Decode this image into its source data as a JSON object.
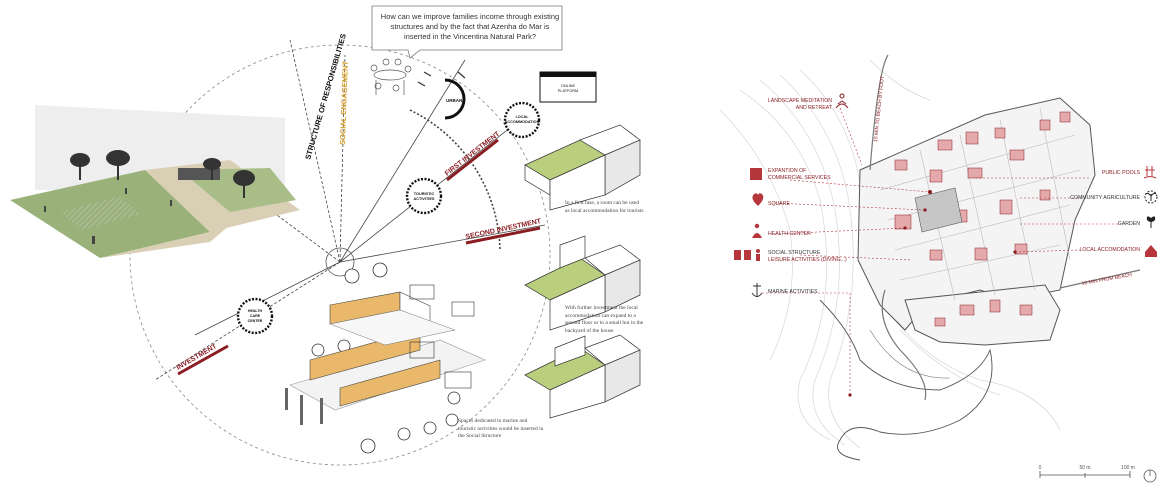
{
  "question": {
    "text": "How can we improve families income through existing structures and by the fact that Azenha do Mar is inserted in the Vincentina Natural Park?"
  },
  "radial_labels": {
    "structure": "STRUCTURE OF RESPONSIBILITIES",
    "social_engagement": "SOCIAL ENGAGEMENT",
    "first_investment": "FIRST INVESTMENT",
    "second_investment": "SECOND INVESTMENT",
    "investment": "INVESTMENT"
  },
  "nodes": {
    "urban": "URBAN",
    "local_accommodation": "LOCAL ACCOMMODATION",
    "touristic_activities": "TOURISTIC ACTIVITIES",
    "health_care_center": "HEALTH CARE CENTER",
    "online_platform": "ONLINE PLATFORM"
  },
  "notes": {
    "first_phase": "In a first fase, a room can be used as local accommodation for tourists",
    "further_investment": "With further investment the local accommodation can expand to a second floor or to a small hut in the backyard of the house",
    "spaces": "Spaces dedicated to marine and touristic activities would be inserted in the Social Structure"
  },
  "map": {
    "left_labels": [
      {
        "text": "LANDSCAPE MEDITATION",
        "text2": "AND RETREAT",
        "icon": "meditation-icon"
      },
      {
        "text": "EXPANTION OF",
        "text2": "COMMERCIAL SERVICES",
        "icon": "shop-icon"
      },
      {
        "text": "SQUARE",
        "text2": "",
        "icon": "heart-icon"
      },
      {
        "text": "HEALTH CENTER",
        "text2": "",
        "icon": "health-icon"
      },
      {
        "text": "SOCIAL STRUCTURE",
        "text2": "LEISURE ACTIVITIES (DIVING...)",
        "icon": "people-icon"
      },
      {
        "text": "MARINE ACTIVITIES",
        "text2": "",
        "icon": "anchor-icon"
      }
    ],
    "right_labels": [
      {
        "text": "PUBLIC POOLS",
        "icon": "pool-icon"
      },
      {
        "text": "COMMUNITY AGRICULTURE",
        "icon": "sprout-icon"
      },
      {
        "text": "GARDEN",
        "icon": "flower-icon"
      },
      {
        "text": "LOCAL ACCOMODATION",
        "icon": "house-icon"
      }
    ],
    "road_labels": {
      "beach_walk": "15 MIN TO BEACH BY FOOT",
      "from_beach": "10 MIN FROM BEACH"
    },
    "scale": {
      "zero": "0",
      "mid": "50 m",
      "end": "100 m"
    },
    "accent_color": "#b5373c"
  }
}
